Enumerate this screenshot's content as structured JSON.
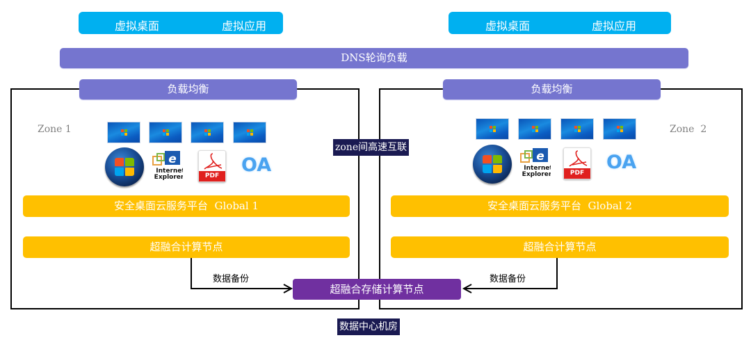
{
  "top_access": {
    "left": {
      "desktop": "虚拟桌面",
      "app": "虚拟应用"
    },
    "right": {
      "desktop": "虚拟桌面",
      "app": "虚拟应用"
    }
  },
  "dns_bar": "DNS轮询负载",
  "interconnect_label": "zone间高速互联",
  "zones": [
    {
      "load_balancer": "负载均衡",
      "label": "Zone 1",
      "platform": "安全桌面云服务平台  Global 1",
      "compute": "超融合计算节点",
      "backup": "数据备份",
      "desktops": [
        "win7-desktop",
        "win7-desktop",
        "win7-desktop",
        "win7-desktop"
      ],
      "apps": {
        "windows": "windows-logo-icon",
        "ie": "Internet Explorer",
        "pdf": "PDF",
        "oa": "OA"
      }
    },
    {
      "load_balancer": "负载均衡",
      "label": "Zone  2",
      "platform": "安全桌面云服务平台  Global 2",
      "compute": "超融合计算节点",
      "backup": "数据备份",
      "desktops": [
        "win7-desktop",
        "win7-desktop",
        "win7-desktop",
        "win7-desktop"
      ],
      "apps": {
        "windows": "windows-logo-icon",
        "ie": "Internet Explorer",
        "pdf": "PDF",
        "oa": "OA"
      }
    }
  ],
  "storage_node": "超融合存储计算节点",
  "datacenter_label": "数据中心机房",
  "colors": {
    "access_bar": "#00b0f0",
    "balancer_bar": "#7575cf",
    "platform_bar": "#ffc000",
    "storage_node": "#7030a0",
    "label_bg": "#1a1a52"
  }
}
